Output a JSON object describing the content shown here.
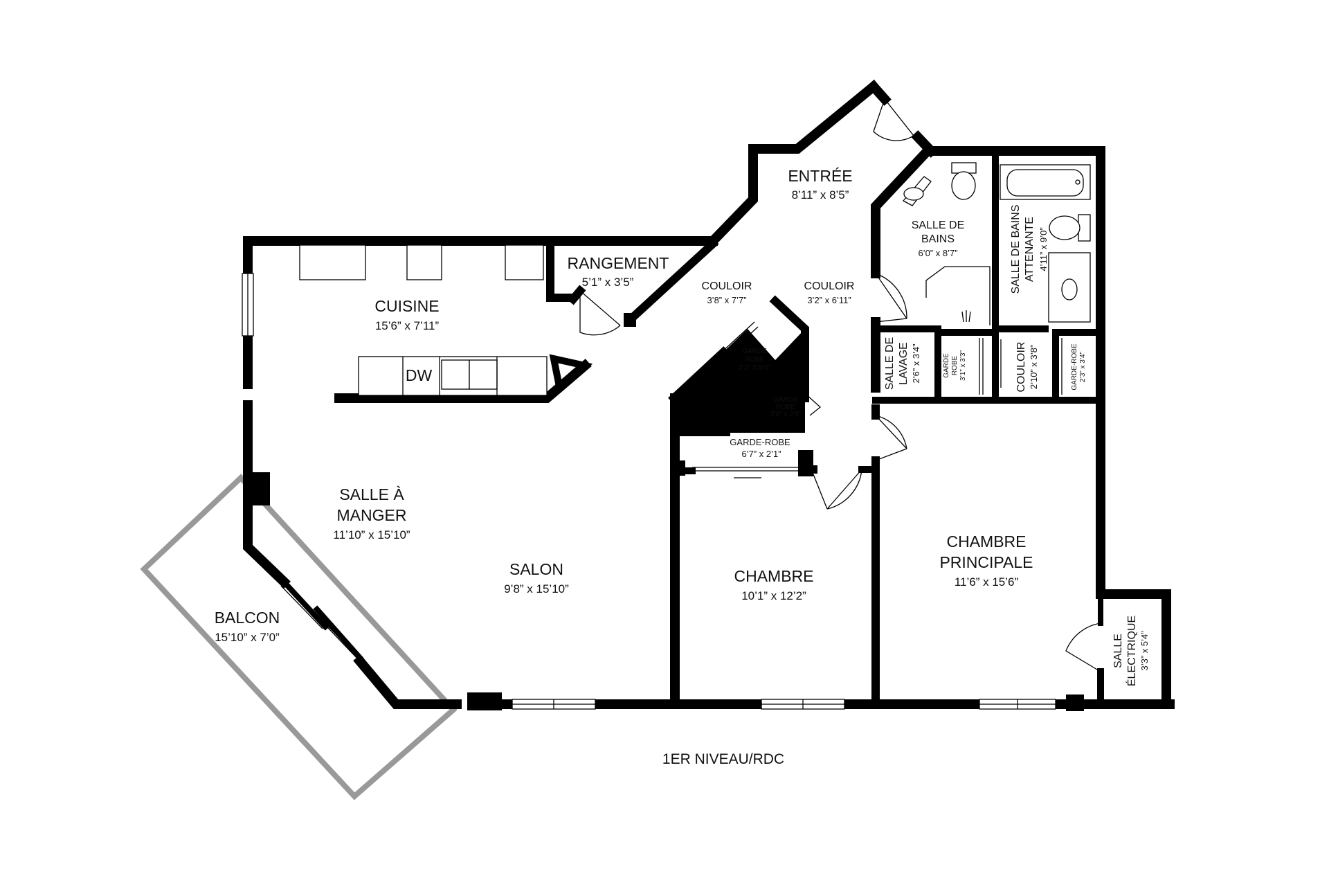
{
  "floor_label": "1ER NIVEAU/RDC",
  "appliance_label": "DW",
  "colors": {
    "wall": "#000000",
    "balcony": "#999999",
    "background": "#ffffff"
  },
  "rooms": {
    "entree": {
      "name": "ENTRÉE",
      "dim": "8’11” x 8’5”"
    },
    "rangement": {
      "name": "RANGEMENT",
      "dim": "5’1” x 3’5”"
    },
    "cuisine": {
      "name": "CUISINE",
      "dim": "15’6” x 7’11”"
    },
    "couloir1": {
      "name": "COULOIR",
      "dim": "3’8” x 7’7”"
    },
    "couloir2": {
      "name": "COULOIR",
      "dim": "3’2” x 6’11”"
    },
    "sdb": {
      "name1": "SALLE DE",
      "name2": "BAINS",
      "dim": "6’0” x 8’7”"
    },
    "sdb_att": {
      "name1": "SALLE DE BAINS",
      "name2": "ATTENANTE",
      "dim": "4’11” x 9’0”"
    },
    "lavage": {
      "name1": "SALLE DE",
      "name2": "LAVAGE",
      "dim": "2’6” x 3’4”"
    },
    "gr_a": {
      "name1": "GARDE",
      "name2": "ROBE",
      "dim": "2’3” X 5’0”"
    },
    "gr_b": {
      "name1": "GARDE",
      "name2": "ROBE",
      "dim": "2’0” x 2’0”"
    },
    "gr_c": {
      "name1": "GARDE",
      "name2": "ROBE",
      "dim": "3’1” x 3’3”"
    },
    "couloir3": {
      "name": "COULOIR",
      "dim": "2’10” x 3’8”"
    },
    "gr_d": {
      "name": "GARDE-ROBE",
      "dim": "2’3” x 3’4”"
    },
    "gr_e": {
      "name": "GARDE-ROBE",
      "dim": "6’7” x 2’1”"
    },
    "manger": {
      "name1": "SALLE À",
      "name2": "MANGER",
      "dim": "11’10” x 15’10”"
    },
    "salon": {
      "name": "SALON",
      "dim": "9’8” x 15’10”"
    },
    "chambre": {
      "name": "CHAMBRE",
      "dim": "10’1” x 12’2”"
    },
    "principale": {
      "name1": "CHAMBRE",
      "name2": "PRINCIPALE",
      "dim": "11’6” x 15’6”"
    },
    "electrique": {
      "name1": "SALLE",
      "name2": "ÉLECTRIQUE",
      "dim": "3’3” x 5’4”"
    },
    "balcon": {
      "name": "BALCON",
      "dim": "15’10” x 7’0”"
    }
  }
}
